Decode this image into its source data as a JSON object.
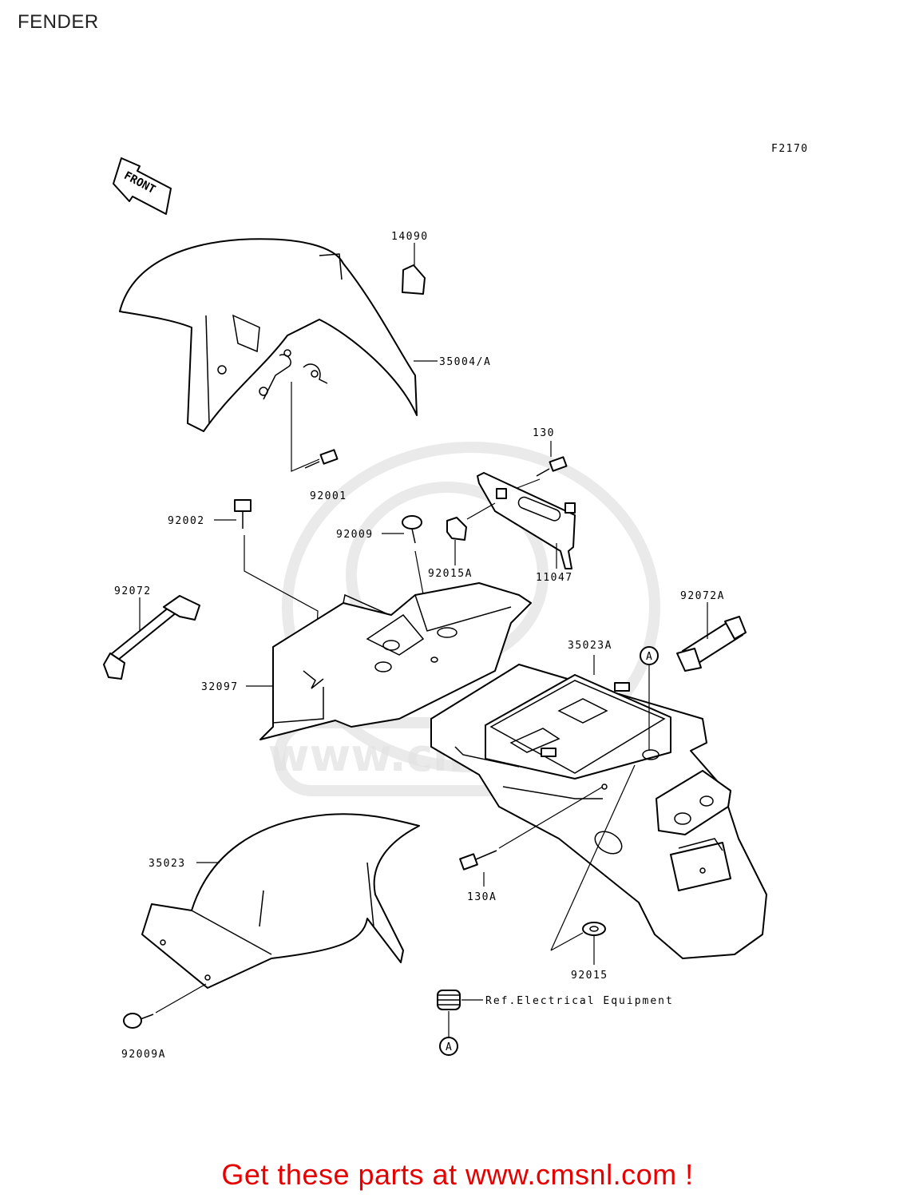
{
  "title": "FENDER",
  "diagram_code": "F2170",
  "front_arrow_text": "FRONT",
  "watermark_text": "www.cmsnl.com",
  "part_labels": [
    {
      "id": "14090",
      "text": "14090"
    },
    {
      "id": "35004A",
      "text": "35004/A"
    },
    {
      "id": "130",
      "text": "130"
    },
    {
      "id": "92001",
      "text": "92001"
    },
    {
      "id": "92002",
      "text": "92002"
    },
    {
      "id": "92009",
      "text": "92009"
    },
    {
      "id": "92015A",
      "text": "92015A"
    },
    {
      "id": "11047",
      "text": "11047"
    },
    {
      "id": "92072",
      "text": "92072"
    },
    {
      "id": "92072A",
      "text": "92072A"
    },
    {
      "id": "35023A",
      "text": "35023A"
    },
    {
      "id": "32097",
      "text": "32097"
    },
    {
      "id": "35023",
      "text": "35023"
    },
    {
      "id": "130A",
      "text": "130A"
    },
    {
      "id": "92015",
      "text": "92015"
    },
    {
      "id": "92009A",
      "text": "92009A"
    }
  ],
  "callout_marker": "A",
  "reference_note": "Ref.Electrical Equipment",
  "footer_link": "Get these parts at www.cmsnl.com !"
}
